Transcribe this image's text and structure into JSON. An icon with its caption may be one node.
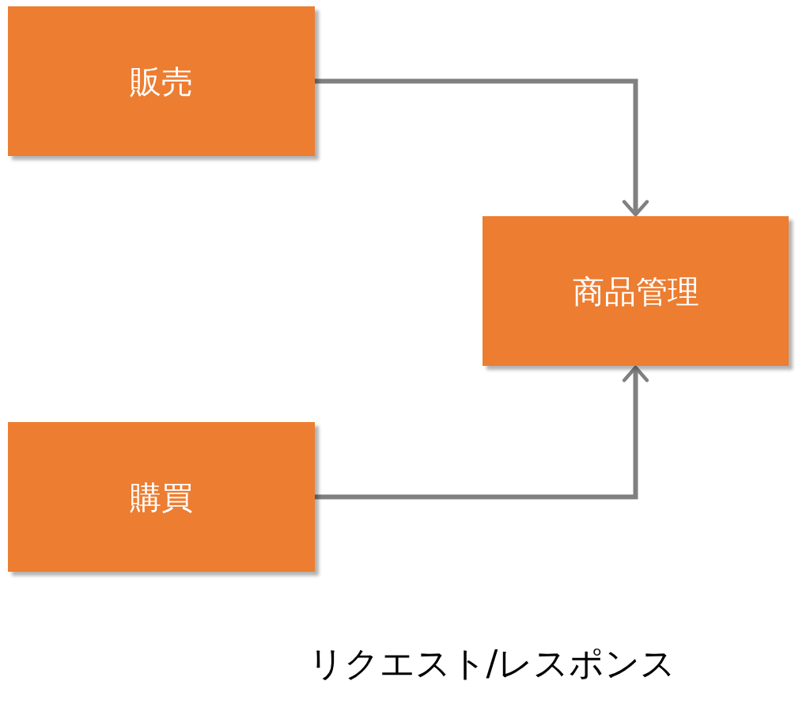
{
  "diagram": {
    "nodes": [
      {
        "text": [
          "販売"
        ]
      },
      {
        "text": [
          "商品管理"
        ]
      },
      {
        "text": [
          "購買"
        ]
      }
    ],
    "edges": [
      {
        "from": 0,
        "to": 1,
        "arrow": "to"
      },
      {
        "from": 2,
        "to": 1,
        "arrow": "to"
      }
    ],
    "caption": "リクエスト/レスポンス"
  }
}
